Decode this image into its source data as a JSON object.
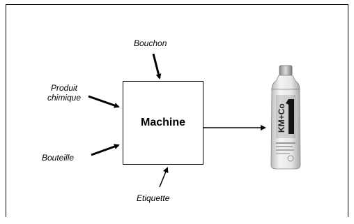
{
  "diagram": {
    "machine_label": "Machine",
    "inputs": {
      "bouchon": "Bouchon",
      "produit_line1": "Produit",
      "produit_line2": "chimique",
      "bouteille": "Bouteille",
      "etiquette": "Etiquette"
    },
    "bottle_label_text": "KM+Co 1",
    "colors": {
      "line": "#000000",
      "background": "#ffffff"
    }
  }
}
